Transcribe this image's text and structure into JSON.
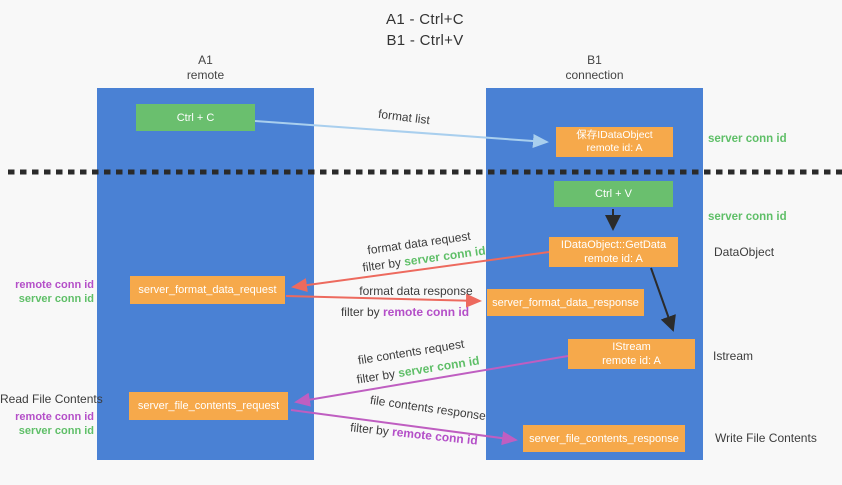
{
  "title": {
    "line1": "A1 - Ctrl+C",
    "line2": "B1 - Ctrl+V"
  },
  "lanes": {
    "a1": {
      "title": "A1",
      "subtitle": "remote"
    },
    "b1": {
      "title": "B1",
      "subtitle": "connection"
    }
  },
  "nodes": {
    "ctrl_c": {
      "label": "Ctrl + C"
    },
    "save_idataobject": {
      "line1": "保存IDataObject",
      "line2": "remote id: A"
    },
    "ctrl_v": {
      "label": "Ctrl + V"
    },
    "idataobject_getdata": {
      "line1": "IDataObject::GetData",
      "line2": "remote id: A"
    },
    "istream_node": {
      "line1": "IStream",
      "line2": "remote id: A"
    },
    "server_format_data_request": {
      "label": "server_format_data_request"
    },
    "server_format_data_response": {
      "label": "server_format_data_response"
    },
    "server_file_contents_request": {
      "label": "server_file_contents_request"
    },
    "server_file_contents_response": {
      "label": "server_file_contents_response"
    }
  },
  "edge_labels": {
    "format_list": "format list",
    "format_data_request": "format data request",
    "format_data_response": "format data response",
    "file_contents_request": "file contents request",
    "file_contents_response": "file contents response",
    "filter_by": "filter by",
    "server_conn_id": "server conn id",
    "remote_conn_id": "remote conn id"
  },
  "side_labels": {
    "left_remote_conn_id_1": "remote conn id",
    "left_server_conn_id_1": "server conn id",
    "read_file_contents": "Read File Contents",
    "left_remote_conn_id_2": "remote conn id",
    "left_server_conn_id_2": "server conn id",
    "right_server_conn_id_1": "server conn id",
    "right_server_conn_id_2": "server conn id",
    "dataobject": "DataObject",
    "istream": "Istream",
    "write_file_contents": "Write File Contents"
  },
  "colors": {
    "lane_blue": "#4a81d4",
    "node_green": "#6abf6e",
    "node_orange": "#f6a94b",
    "arrow_lightblue": "#a9cfee",
    "arrow_red": "#ed6a5e",
    "arrow_magenta": "#bf5ec1",
    "arrow_black": "#2b2b2b",
    "text_green": "#5fbf68",
    "text_purple": "#b44fc8",
    "text_dark": "#3c3c3c",
    "background": "#f8f8f8"
  }
}
